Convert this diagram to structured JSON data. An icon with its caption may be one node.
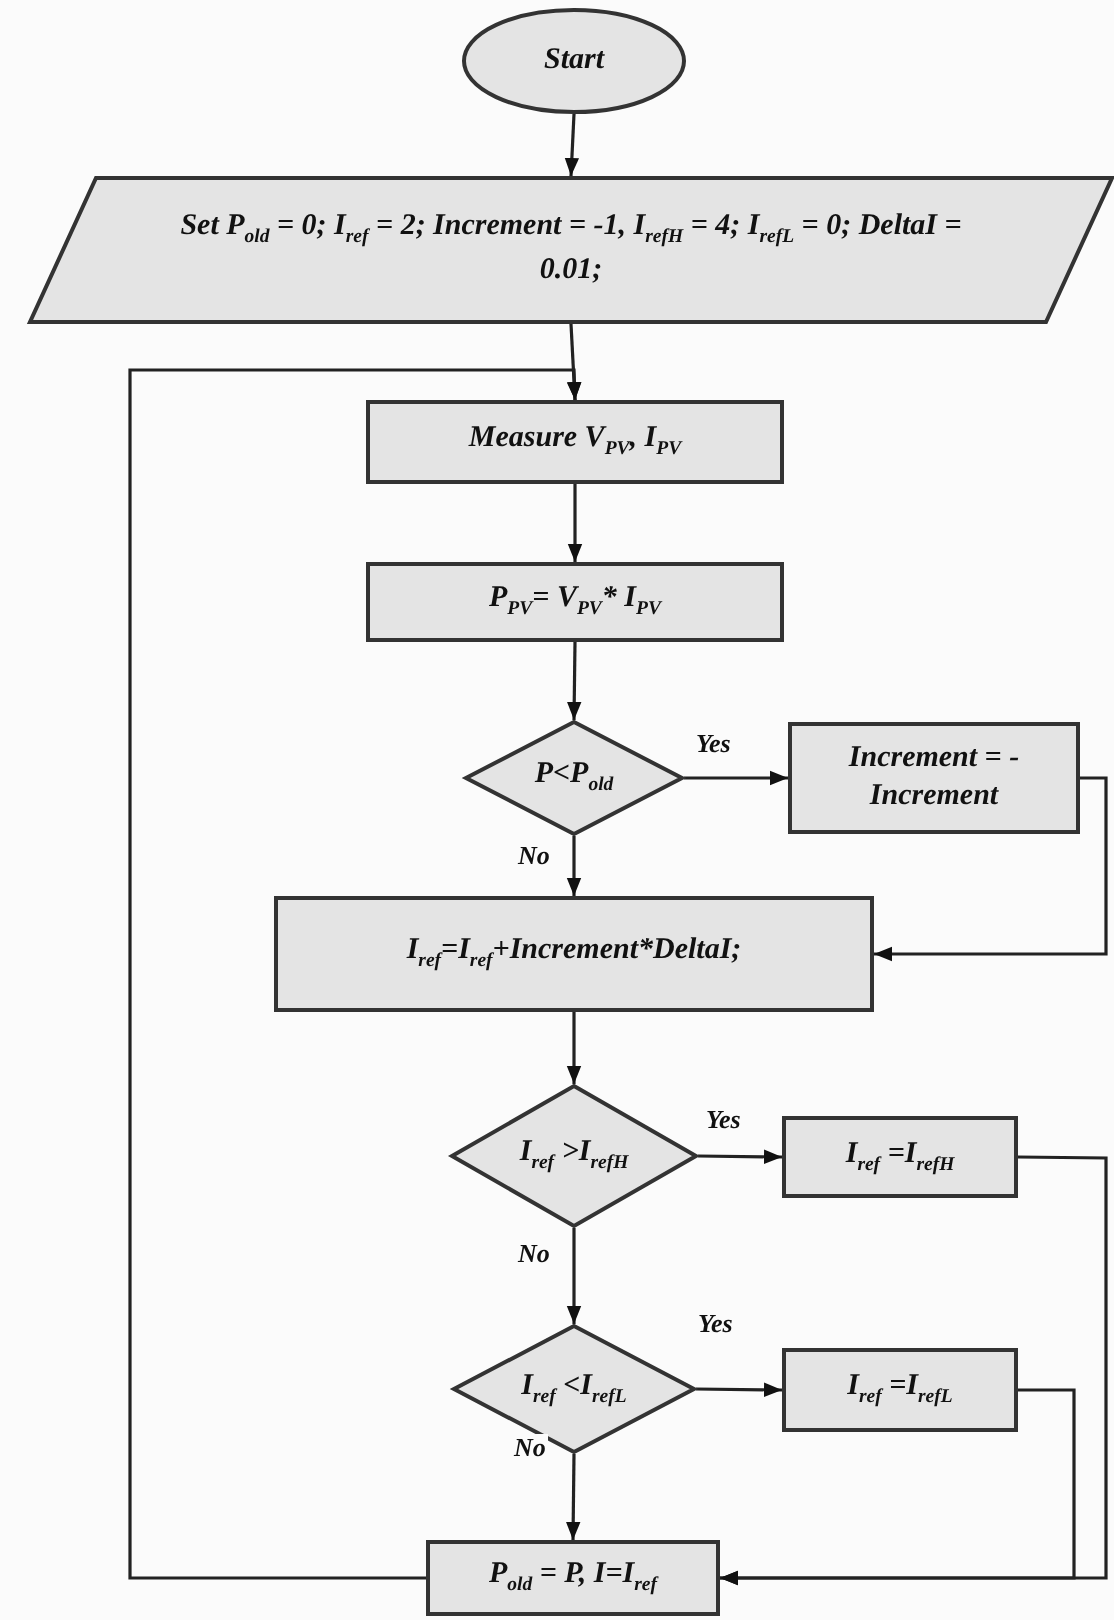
{
  "diagram": {
    "nodes": [
      {
        "text": [
          "Start"
        ]
      },
      {
        "text": [
          "Set P$_{old}$ = 0; I$_{ref}$ = 2; Increment = -1, I$_{refH}$ = 4; I$_{refL}$ = 0; DeltaI = 0.01;"
        ]
      },
      {
        "text": [
          "Measure V$_{PV}$, I$_{PV}$"
        ]
      },
      {
        "text": [
          "P$_{PV}$= V$_{PV}$* I$_{PV}$"
        ]
      },
      {
        "text": [
          "P<P$_{old}$"
        ]
      },
      {
        "text": [
          "Increment = -Increment"
        ]
      },
      {
        "text": [
          "I$_{ref}$=I$_{ref}$+Increment*DeltaI;"
        ]
      },
      {
        "text": [
          "I$_{ref}$ >I$_{refH}$"
        ]
      },
      {
        "text": [
          "I$_{ref}$ =I$_{refH}$"
        ]
      },
      {
        "text": [
          "I$_{ref}$ <I$_{refL}$"
        ]
      },
      {
        "text": [
          "I$_{ref}$ =I$_{refL}$"
        ]
      },
      {
        "text": [
          "P$_{old}$ = P, I=I$_{ref}$"
        ]
      }
    ],
    "edges": [
      {
        "from": 0,
        "to": 1,
        "arrow": "to"
      },
      {
        "from": 1,
        "to": 2,
        "arrow": "to"
      },
      {
        "from": 2,
        "to": 3,
        "arrow": "to"
      },
      {
        "from": 3,
        "to": 4,
        "arrow": "to"
      },
      {
        "from": 4,
        "to": 5,
        "arrow": "to",
        "label": "Yes"
      },
      {
        "from": 4,
        "to": 6,
        "arrow": "to",
        "label": "No"
      },
      {
        "from": 5,
        "to": 6,
        "arrow": "to"
      },
      {
        "from": 6,
        "to": 7,
        "arrow": "to"
      },
      {
        "from": 7,
        "to": 8,
        "arrow": "to",
        "label": "Yes"
      },
      {
        "from": 7,
        "to": 9,
        "arrow": "to",
        "label": "No"
      },
      {
        "from": 9,
        "to": 10,
        "arrow": "to",
        "label": "Yes"
      },
      {
        "from": 9,
        "to": 11,
        "arrow": "to",
        "label": "No"
      },
      {
        "from": 8,
        "to": 11,
        "arrow": "to"
      },
      {
        "from": 10,
        "to": 11,
        "arrow": "to"
      },
      {
        "from": 11,
        "to": 2,
        "arrow": "to"
      }
    ]
  }
}
